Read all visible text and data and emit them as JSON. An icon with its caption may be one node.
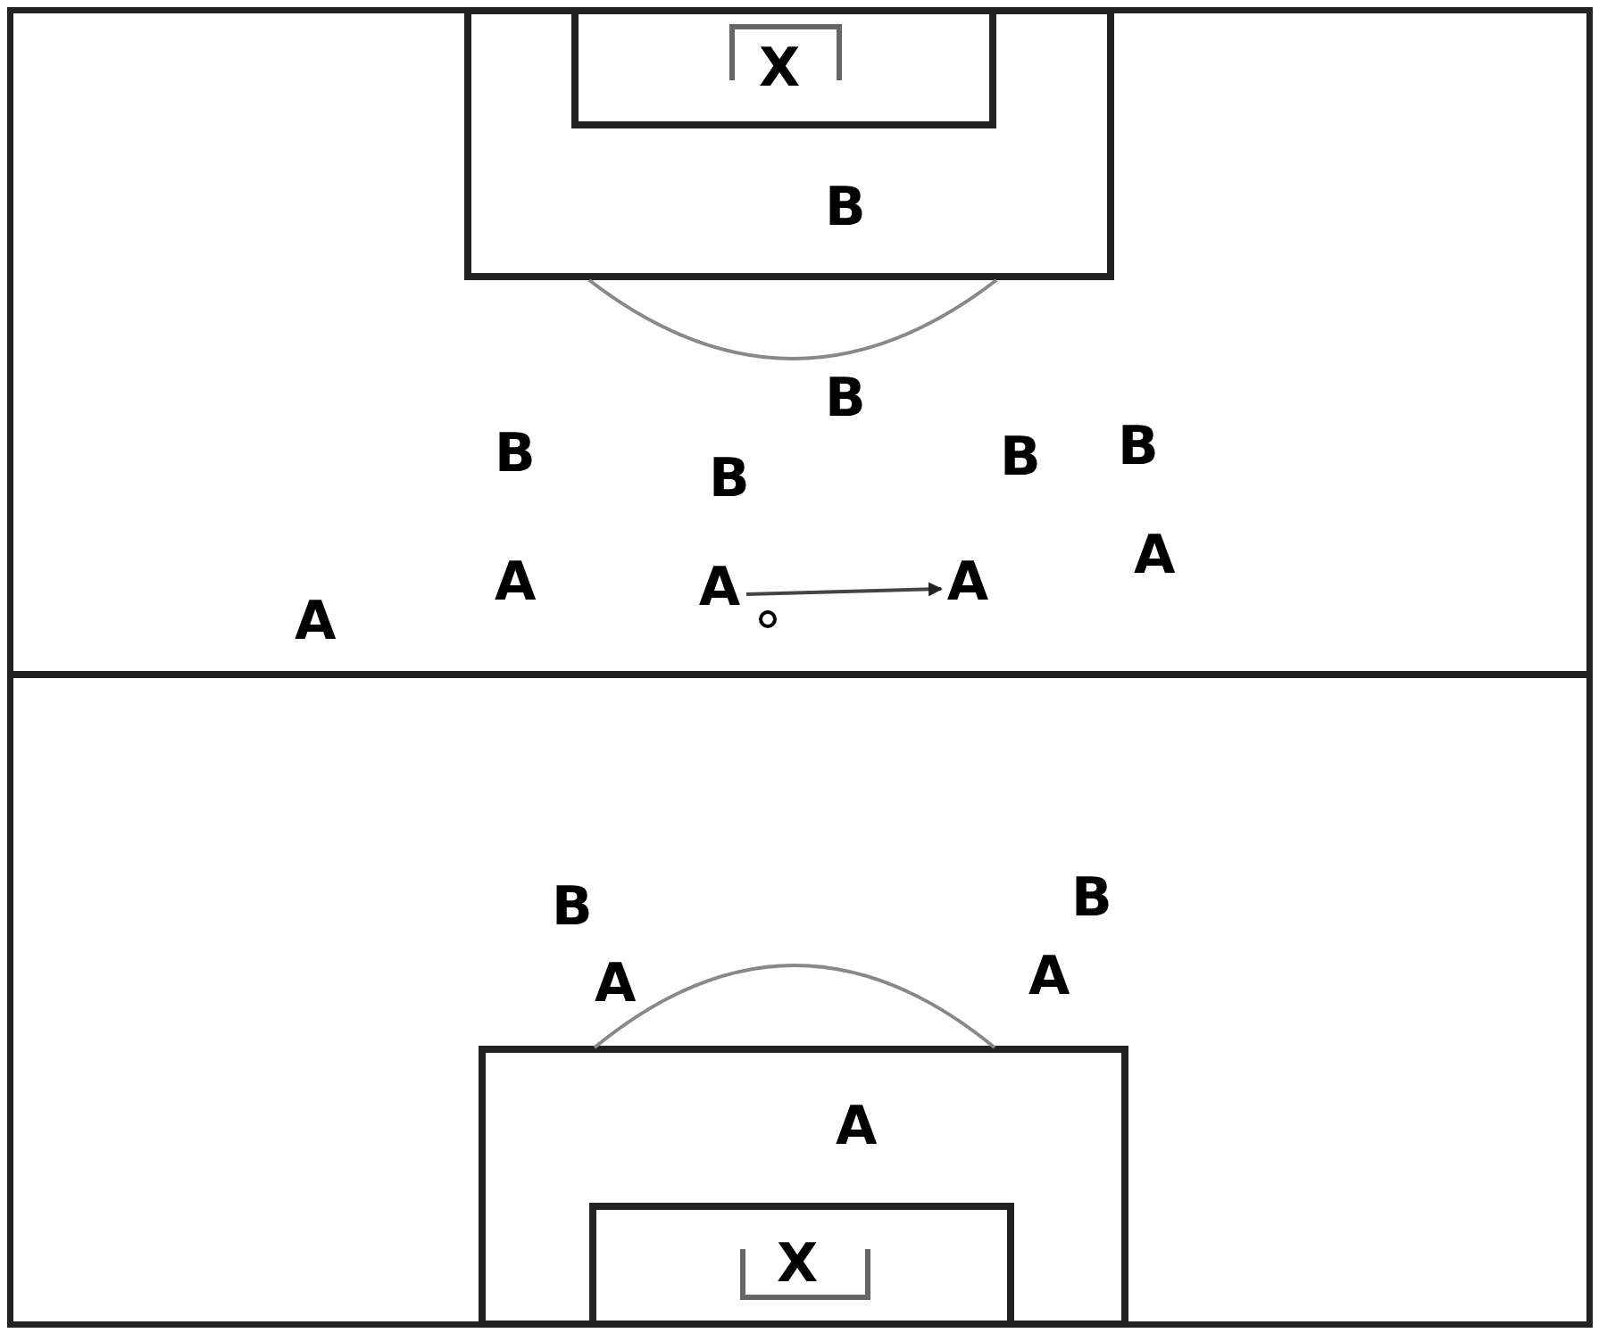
{
  "diagram": {
    "nodes": [
      {
        "text": [
          "A"
        ]
      },
      {
        "text": [
          "A"
        ]
      }
    ],
    "edges": [
      {
        "from": 0,
        "to": 1,
        "arrow": "to"
      }
    ],
    "labels": [
      "X",
      "B",
      "B",
      "B",
      "B",
      "B",
      "B",
      "A",
      "A",
      "A",
      "B",
      "B",
      "A",
      "A",
      "A",
      "X"
    ]
  }
}
